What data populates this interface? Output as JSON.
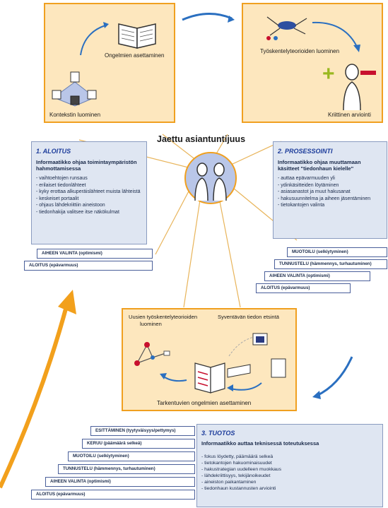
{
  "center_label": "Jaettu asiantuntijuus",
  "top_left_box": {
    "caption_problem": "Ongelmien asettaminen",
    "caption_context": "Kontekstin luominen"
  },
  "top_right_box": {
    "caption_theory": "Työskentelyteorioiden luominen",
    "caption_critical": "Kriittinen arviointi"
  },
  "bottom_box": {
    "caption_new_theory_1": "Uusien työskentelyteorioiden",
    "caption_new_theory_2": "luominen",
    "caption_deep": "Syventävän tiedon etsintä",
    "caption_refine": "Tarkentuvien ongelmien asettaminen"
  },
  "panel_aloitus": {
    "title": "1. ALOITUS",
    "heading": "Informaatikko ohjaa toimintaympäristön hahmottamisessa",
    "items": [
      "- vaihtoehtojen runsaus",
      "- erilaiset tiedonlähteet",
      "- kyky erottaa alkuperäislähteet muista lähteistä",
      "- keskeiset portaalit",
      "- ohjaus lähdekriittiin aineistoon",
      "- tiedonhakija valitsee itse näkökulmat"
    ]
  },
  "panel_prosessointi": {
    "title": "2. PROSESSOINTI",
    "heading": "Informaatikko ohjaa muuttamaan käsitteet \"tiedonhaun kielelle\"",
    "items": [
      "- auttaa epävarmuuden yli",
      "- ydinkäsitteiden löytäminen",
      "- asiasanastot ja muut hakusanat",
      "- hakusuunnitelma ja aiheen jäsentäminen",
      "- tietokantojen valinta"
    ]
  },
  "panel_tuotos": {
    "title": "3. TUOTOS",
    "heading": "Informaatikko auttaa teknisessä toteutuksessa",
    "items": [
      "- fokus löydetty, päämäärä selkeä",
      "- tietokantojen hakuominaisuudet",
      "- hakustrategian uudelleen muokkaus",
      "- lähdekriittisyys, tekijänoikeudet",
      "- aineiston paikantaminen",
      "- tiedonhaun kustannusten arviointi"
    ]
  },
  "stairs_left": [
    "AIHEEN VALINTA (optimismi)",
    "ALOITUS (epävarmuus)"
  ],
  "stairs_right": [
    "MUOTOILU (selkiytyminen)",
    "TUNNUSTELU (hämmennys, turhautuminen)",
    "AIHEEN VALINTA (optimismi)",
    "ALOITUS (epävarmuus)"
  ],
  "stairs_bottom": [
    "ESITTÄMINEN (tyytyväisyys/pettymys)",
    "KERUU (päämäärä selkeä)",
    "MUOTOILU (selkiytyminen)",
    "TUNNUSTELU (hämmennys, turhautuminen)",
    "AIHEEN VALINTA (optimismi)",
    "ALOITUS (epävarmuus)"
  ],
  "colors": {
    "orange_fill": "#fde7be",
    "orange_border": "#f0a020",
    "panel_fill": "#dfe6f2",
    "title_blue": "#1a3a9a",
    "arrow_blue": "#2a6fc0",
    "arrow_orange": "#f2a01c",
    "plus_green": "#9ab820",
    "minus_red": "#c8102e"
  }
}
